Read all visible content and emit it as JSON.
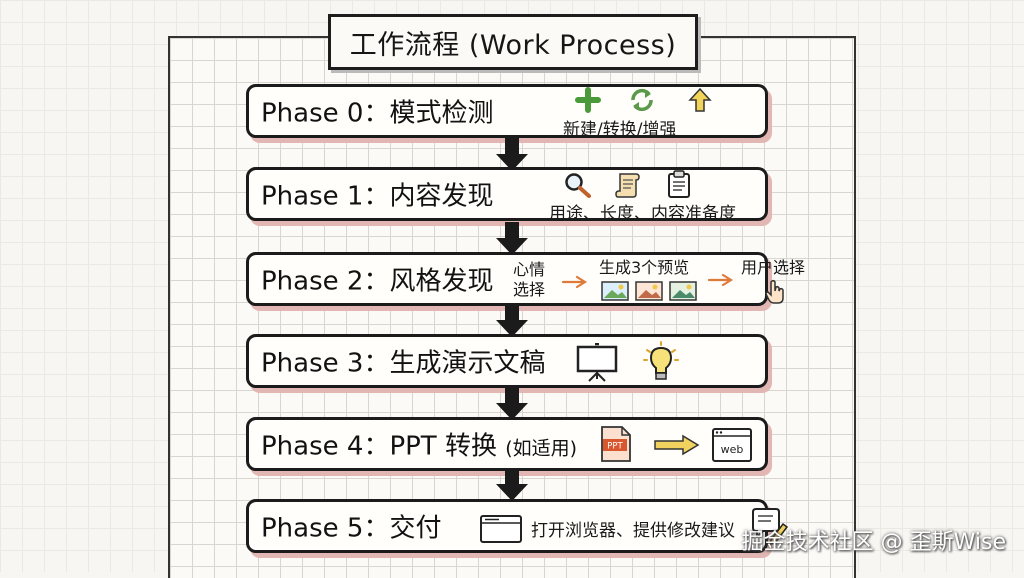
{
  "title": "工作流程 (Work Process)",
  "phases": [
    {
      "label": "Phase 0：模式检测",
      "caption": "新建/转换/增强",
      "icons": [
        "plus-icon",
        "refresh-icon",
        "up-arrow-icon"
      ]
    },
    {
      "label": "Phase 1：内容发现",
      "caption": "用途、长度、内容准备度",
      "icons": [
        "magnifier-icon",
        "scroll-icon",
        "clipboard-icon"
      ]
    },
    {
      "label": "Phase 2：风格发现",
      "steps": [
        "心情",
        "选择",
        "生成3个预览",
        "用户选择"
      ],
      "icons": [
        "image-icon",
        "image-icon",
        "image-icon",
        "hand-pointer-icon"
      ]
    },
    {
      "label": "Phase 3：生成演示文稿",
      "icons": [
        "presentation-board-icon",
        "lightbulb-icon"
      ]
    },
    {
      "label": "Phase 4：PPT 转换",
      "label_suffix": "(如适用)",
      "ppt_badge": "PPT",
      "web_badge": "web",
      "icons": [
        "ppt-file-icon",
        "right-arrow-icon",
        "web-browser-icon"
      ]
    },
    {
      "label": "Phase 5：交付",
      "caption": "打开浏览器、提供修改建议",
      "icons": [
        "browser-window-icon",
        "pencil-note-icon"
      ]
    }
  ],
  "watermark": "掘金技术社区 @ 歪斯Wise",
  "colors": {
    "box_shadow": "#e2b7b3",
    "arrow": "#1b1b1b",
    "plus": "#4a9a3a",
    "refresh": "#5a9a4a",
    "up_arrow": "#e4c44a",
    "accent_orange": "#e07a3a"
  }
}
